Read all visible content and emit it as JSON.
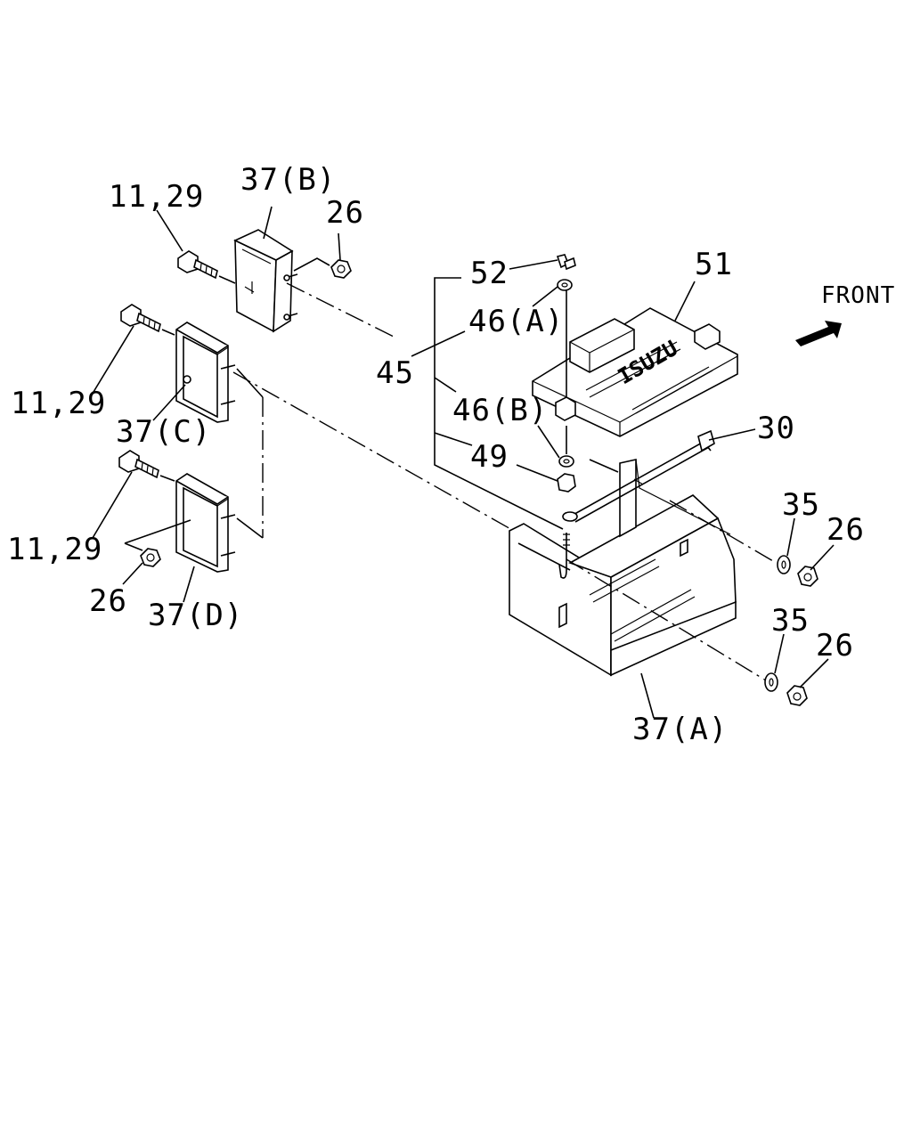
{
  "diagram": {
    "orientation_label": "FRONT",
    "logo_text": "ISUZU",
    "labels": {
      "p11_29_top": "11,29",
      "p37b": "37(B)",
      "p26_top": "26",
      "p11_29_mid": "11,29",
      "p37c": "37(C)",
      "p11_29_low": "11,29",
      "p26_left": "26",
      "p37d": "37(D)",
      "p52": "52",
      "p46a": "46(A)",
      "p45": "45",
      "p46b": "46(B)",
      "p49": "49",
      "p51": "51",
      "p30": "30",
      "p35_upper": "35",
      "p26_right_upper": "26",
      "p35_lower": "35",
      "p26_right_lower": "26",
      "p37a": "37(A)"
    }
  }
}
